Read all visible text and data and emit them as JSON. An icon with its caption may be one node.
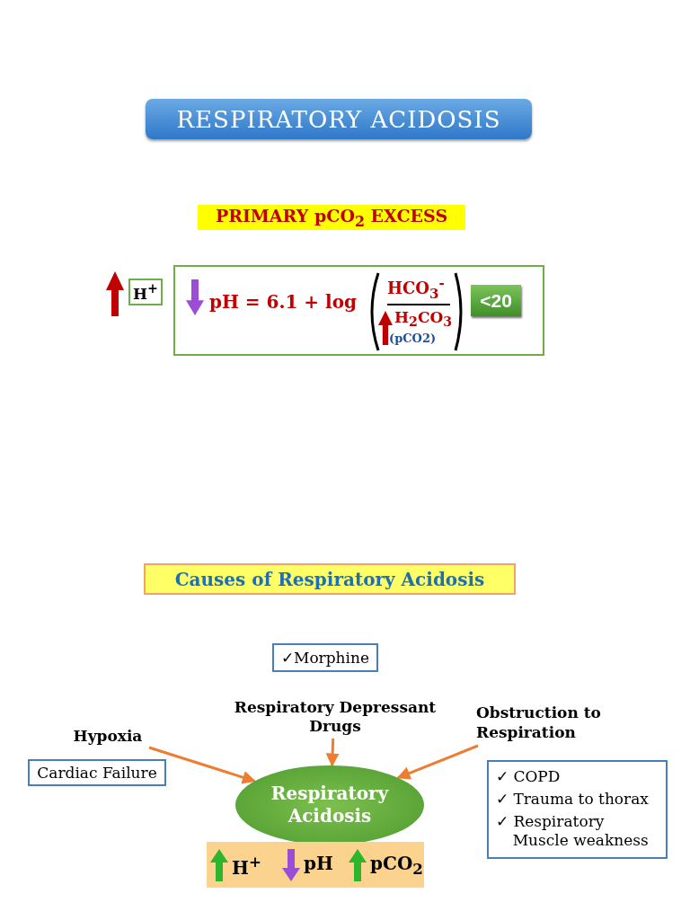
{
  "diagram": {
    "nodes": [
      {
        "text": [
          "RESPIRATORY ACIDOSIS"
        ]
      },
      {
        "text": [
          "PRIMARY pCO$_{2}$ EXCESS"
        ]
      },
      {
        "text": [
          "H$^{+}$"
        ]
      },
      {
        "text": [
          "pH = 6.1 + log",
          "HCO$_{3}$$^{-}$",
          "H$_{2}$CO$_{3}$",
          "(pCO2)"
        ]
      },
      {
        "text": [
          "<20"
        ],
        "in": 3
      },
      {
        "text": [
          "Causes of Respiratory Acidosis"
        ]
      },
      {
        "text": [
          "✓Morphine"
        ]
      },
      {
        "text": [
          "Respiratory Depressant Drugs"
        ]
      },
      {
        "text": [
          "Hypoxia"
        ]
      },
      {
        "text": [
          "Cardiac Failure"
        ]
      },
      {
        "text": [
          "Obstruction to Respiration"
        ]
      },
      {
        "text": [
          "✓ COPD",
          "✓ Trauma to thorax",
          "✓ Respiratory Muscle weakness"
        ]
      },
      {
        "text": [
          "Respiratory Acidosis"
        ]
      },
      {
        "text": [
          "H$^{+}$",
          "pH",
          "pCO$_{2}$"
        ]
      }
    ],
    "edges": [
      {
        "from": 8,
        "to": 12,
        "arrow": "to"
      },
      {
        "from": 7,
        "to": 12,
        "arrow": "to"
      },
      {
        "from": 10,
        "to": 12,
        "arrow": "to"
      }
    ]
  }
}
